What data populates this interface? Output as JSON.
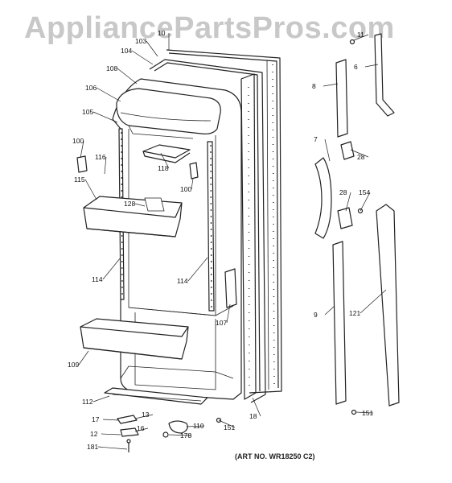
{
  "watermark": "AppliancePartsPros.com",
  "art_number": "(ART NO. WR18250 C2)",
  "callouts": [
    "10",
    "103",
    "104",
    "108",
    "106",
    "105",
    "100",
    "116",
    "118",
    "115",
    "128",
    "100",
    "114",
    "114",
    "107",
    "109",
    "112",
    "13",
    "17",
    "16",
    "12",
    "178",
    "110",
    "181",
    "151",
    "18",
    "11",
    "6",
    "8",
    "7",
    "28",
    "28",
    "154",
    "9",
    "121",
    "151"
  ]
}
